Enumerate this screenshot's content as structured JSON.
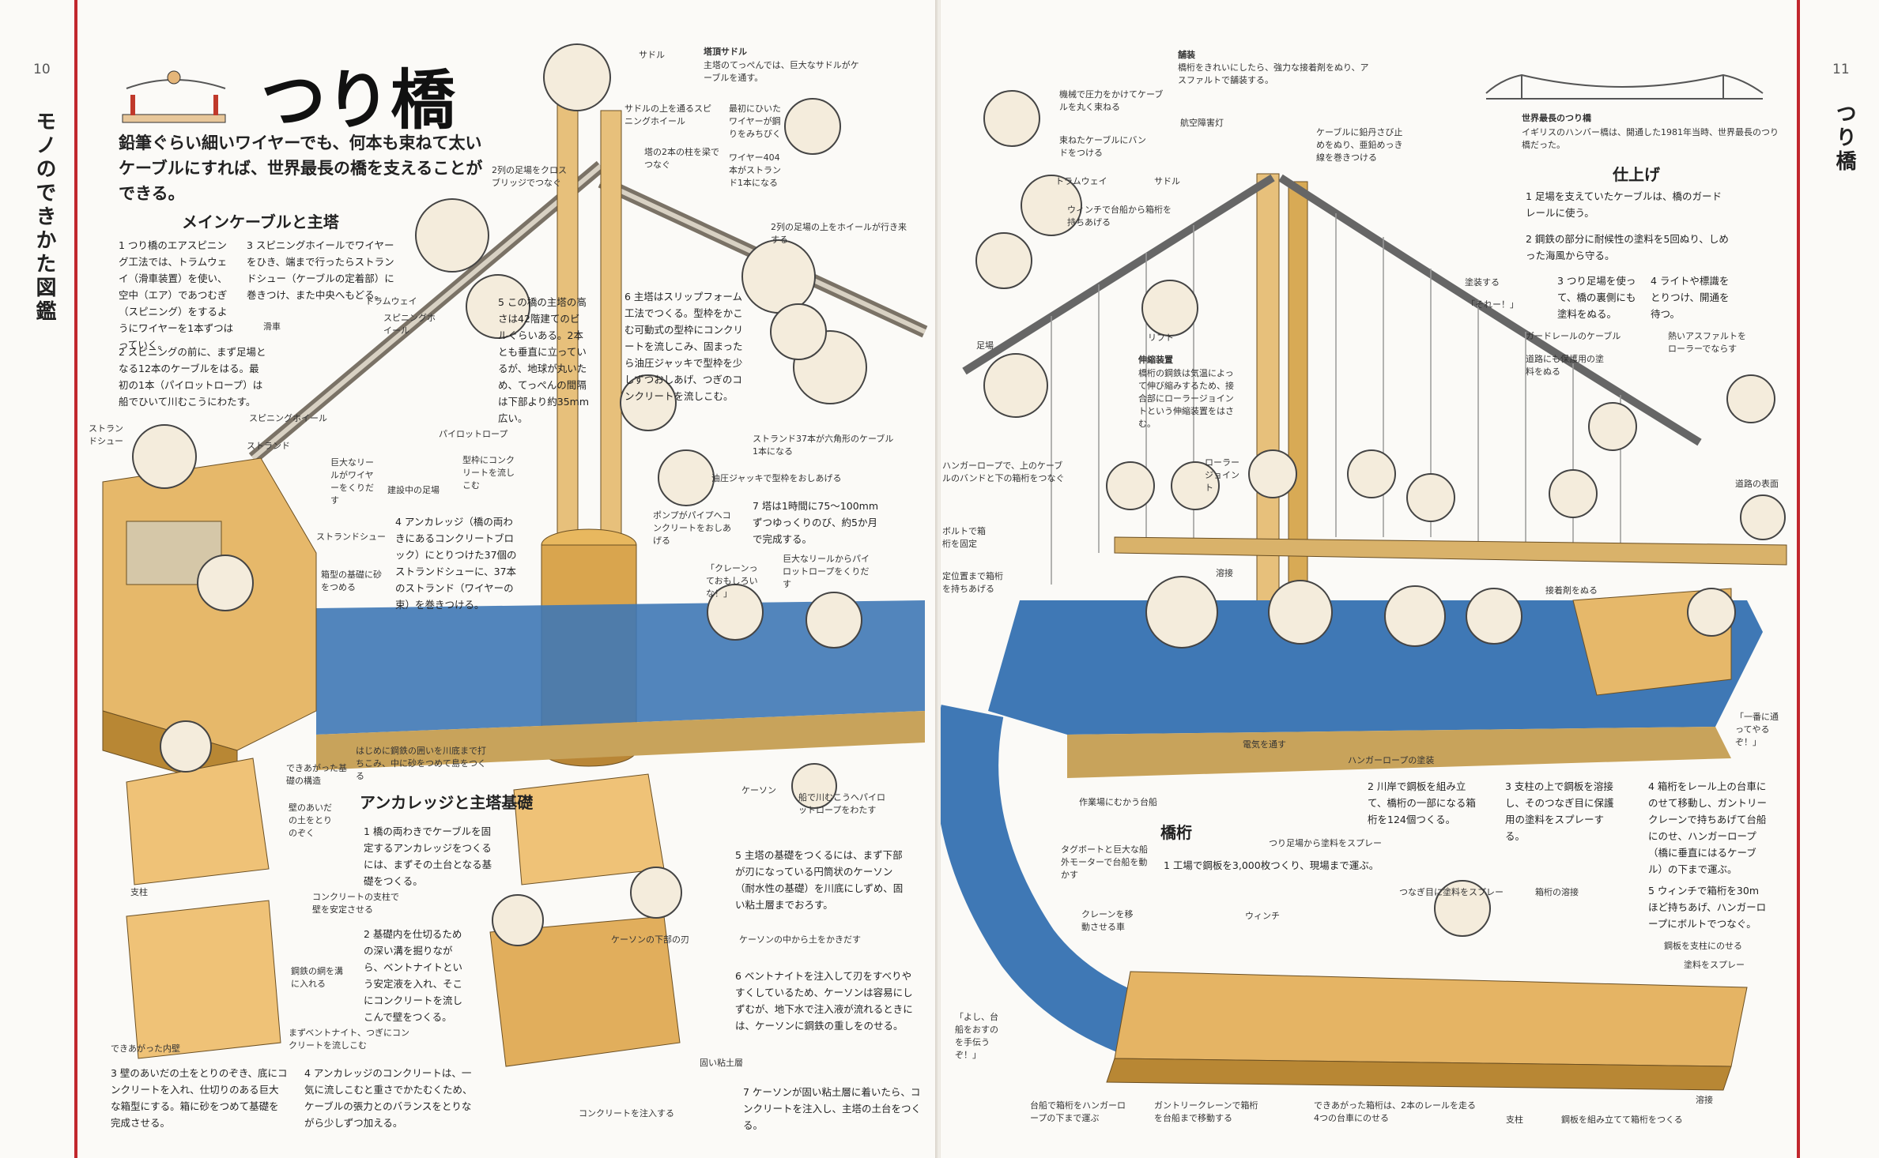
{
  "left_page": {
    "page_number": "10",
    "vertical_title": "モノのできかた図鑑",
    "title": "つり橋",
    "lead": "鉛筆ぐらい細いワイヤーでも、何本も束ねて太いケーブルにすれば、世界最長の橋を支えることができる。",
    "section_cable": {
      "heading": "メインケーブルと主塔",
      "step1": "1 つり橋のエアスピニング工法では、トラムウェイ（滑車装置）を使い、空中（エア）であつむぎ（スピニング）をするようにワイヤーを1本ずつはっていく。",
      "step2": "2 スピニングの前に、まず足場となる12本のケーブルをはる。最初の1本（パイロットロープ）は船でひいて川むこうにわたす。",
      "step3": "3 スピニングホイールでワイヤーをひき、端まで行ったらストランドシュー（ケーブルの定着部）に巻きつけ、また中央へもどる。",
      "step4": "4 アンカレッジ（橋の両わきにあるコンクリートブロック）にとりつけた37個のストランドシューに、37本のストランド（ワイヤーの束）を巻きつける。",
      "step5": "5 この橋の主塔の高さは42階建てのビルぐらいある。2本とも垂直に立っているが、地球が丸いため、てっぺんの間隔は下部より約35mm広い。",
      "step6": "6 主塔はスリップフォーム工法でつくる。型枠をかこむ可動式の型枠にコンクリートを流しこみ、固まったら油圧ジャッキで型枠を少しずつおしあげ、つぎのコンクリートを流しこむ。",
      "step7": "7 塔は1時間に75～100mmずつゆっくりのび、約5か月で完成する。"
    },
    "section_anchor": {
      "heading": "アンカレッジと主塔基礎",
      "step1": "1 橋の両わきでケーブルを固定するアンカレッジをつくるには、まずその土台となる基礎をつくる。",
      "step2": "2 基礎内を仕切るための深い溝を掘りながら、ベントナイトという安定液を入れ、そこにコンクリートを流しこんで壁をつくる。",
      "step3": "3 壁のあいだの土をとりのぞき、底にコンクリートを入れ、仕切りのある巨大な箱型にする。箱に砂をつめて基礎を完成させる。",
      "step4": "4 アンカレッジのコンクリートは、一気に流しこむと重さでかたむくため、ケーブルの張力とのバランスをとりながら少しずつ加える。",
      "step5": "5 主塔の基礎をつくるには、まず下部が刃になっている円筒状のケーソン（耐水性の基礎）を川底にしずめ、固い粘土層までおろす。",
      "step6": "6 ベントナイトを注入して刃をすべりやすくしているため、ケーソンは容易にしずむが、地下水で注入液が流れるときには、ケーソンに鋼鉄の重しをのせる。",
      "step7": "7 ケーソンが固い粘土層に着いたら、コンクリートを注入し、主塔の土台をつくる。"
    },
    "labels": {
      "saddle": "サドル",
      "saddle_title": "塔頂サドル",
      "saddle_text": "主塔のてっぺんでは、巨大なサドルがケーブルを通す。",
      "spinning_wheel_saddle": "サドルの上を通るスピニングホイール",
      "wire_spin": "最初にひいたワイヤーが鋼りをみちびく",
      "tower_connect": "塔の2本の柱を梁でつなぐ",
      "wire_404": "ワイヤー404本がストランド1本になる",
      "cross_bridge": "2列の足場をクロスブリッジでつなぐ",
      "wheel_go": "2列の足場の上をホイールが行き来する",
      "tramway": "トラムウェイ",
      "pulley": "滑車",
      "spinning_hoist": "スピニングホイール",
      "spinning_wheel": "スピニングホイール",
      "strand": "ストランド",
      "strand_shoe1": "ストランドシュー",
      "strand_shoe2": "ストランドシュー",
      "pilot_rope": "パイロットロープ",
      "big_reel": "巨大なリールがワイヤーをくりだす",
      "under_construction": "建設中の足場",
      "concrete_to_form": "型枠にコンクリートを流しこむ",
      "strand_bundle": "ストランド37本が六角形のケーブル1本になる",
      "jack_push": "油圧ジャッキで型枠をおしあげる",
      "pump_pipe": "ポンプがパイプへコンクリートをおしあげる",
      "crane_fun": "「クレーンっておもしろいな！」",
      "reel_pilot": "巨大なリールからパイロットロープをくりだす",
      "box_form": "箱型の基礎に砂をつめる",
      "finished_base": "できあがった基礎の構造",
      "cofferdam": "はじめに鋼鉄の囲いを川底まで打ちこみ、中に砂をつめて島をつくる",
      "caisson": "ケーソン",
      "pilot_boat": "船で川むこうへパイロットロープをわたす",
      "wall_soil": "壁のあいだの土をとりのぞく",
      "column_post": "支柱",
      "stabilize": "コンクリートの支柱で壁を安定させる",
      "rebar": "鋼鉄の網を溝に入れる",
      "bentonite": "まずベントナイト、つぎにコンクリートを流しこむ",
      "inner_wall": "できあがった内壁",
      "caisson_bottom": "ケーソンの下部の刃",
      "caisson_dig": "ケーソンの中から土をかきだす",
      "clay": "固い粘土層",
      "inject_concrete": "コンクリートを注入する"
    }
  },
  "right_page": {
    "page_number": "11",
    "vertical_title": "つり橋",
    "record_title": "世界最長のつり橋",
    "record_text": "イギリスのハンバー橋は、開通した1981年当時、世界最長のつり橋だった。",
    "finishing": {
      "heading": "仕上げ",
      "step1": "1 足場を支えていたケーブルは、橋のガードレールに使う。",
      "step2": "2 鋼鉄の部分に耐候性の塗料を5回ぬり、しめった海風から守る。",
      "step3": "3 つり足場を使って、橋の裏側にも塗料をぬる。",
      "step4": "4 ライトや標識をとりつけ、開通を待つ。"
    },
    "girder": {
      "heading": "橋桁",
      "step1": "1 工場で鋼板を3,000枚つくり、現場まで運ぶ。",
      "step2": "2 川岸で鋼板を組み立て、橋桁の一部になる箱桁を124個つくる。",
      "step3": "3 支柱の上で鋼板を溶接し、そのつなぎ目に保護用の塗料をスプレーする。",
      "step4": "4 箱桁をレール上の台車にのせて移動し、ガントリークレーンで持ちあげて台船にのせ、ハンガーロープ（橋に垂直にはるケーブル）の下まで運ぶ。",
      "step5": "5 ウィンチで箱桁を30mほど持ちあげ、ハンガーロープにボルトでつなぐ。"
    },
    "labels": {
      "pave_title": "舗装",
      "pave_text": "橋桁をきれいにしたら、強力な接着剤をぬり、アスファルトで舗装する。",
      "press_cable": "機械で圧力をかけてケーブルを丸く束ねる",
      "band_cable": "束ねたケーブルにバンドをつける",
      "aircraft_light": "航空障害灯",
      "wrap_wire": "ケーブルに鉛丹さび止めをぬり、亜鉛めっき線を巻きつける",
      "tramway": "トラムウェイ",
      "saddle": "サドル",
      "winch_lift": "ウィンチで台船から箱桁を持ちあげる",
      "lift": "リフト",
      "paint": "塗装する",
      "sore": "「それー！」",
      "guardrail_cable": "ガードレールのケーブル",
      "road_paint": "道路にも保護用の塗料をぬる",
      "asphalt": "熱いアスファルトをローラーでならす",
      "scaffold": "足場",
      "expansion_title": "伸縮装置",
      "expansion_text": "橋桁の鋼鉄は気温によって伸び縮みするため、接合部にローラージョイントという伸縮装置をはさむ。",
      "roller_joint": "ローラージョイント",
      "road_surface": "道路の表面",
      "hanger_rope": "ハンガーロープで、上のケーブルのバンドと下の箱桁をつなぐ",
      "bolt": "ボルトで箱桁を固定",
      "positioning": "定位置まで箱桁を持ちあげる",
      "weld": "溶接",
      "glue": "接着剤をぬる",
      "electric_weld": "電気を通す",
      "hanger_paint": "ハンガーロープの塗装",
      "first_call": "「一番に通ってやるぞ！」",
      "to_workboat": "作業場にむかう台船",
      "tug": "タグボートと巨大な船外モーターで台船を動かす",
      "spray_hanging": "つり足場から塗料をスプレー",
      "crane_car": "クレーンを移動させる車",
      "winch": "ウィンチ",
      "joint_spray": "つなぎ目に塗料をスプレー",
      "box_weld": "箱桁の溶接",
      "plate_support": "鋼板を支柱にのせる",
      "spray_paint": "塗料をスプレー",
      "help_move": "「よし、台船をおすのを手伝うぞ！」",
      "carry_hanger": "台船で箱桁をハンガーロープの下まで運ぶ",
      "gantry_move": "ガントリークレーンで箱桁を台船まで移動する",
      "cart_rail": "できあがった箱桁は、2本のレールを走る4つの台車にのせる",
      "post": "支柱",
      "assemble": "鋼板を組み立てて箱桁をつくる",
      "weld2": "溶接"
    }
  }
}
